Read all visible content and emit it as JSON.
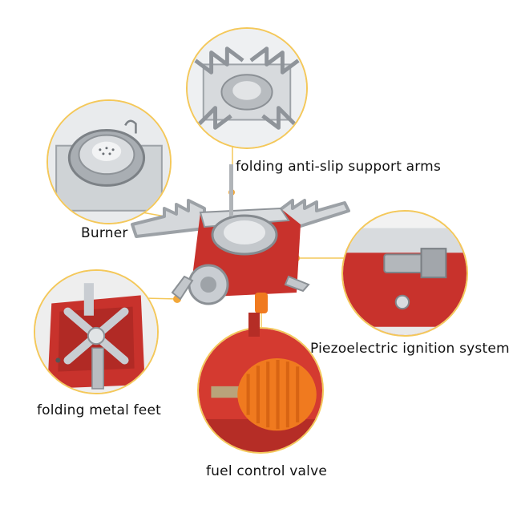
{
  "labels": {
    "support_arms": "folding anti-slip support arms",
    "burner": "Burner",
    "ignition": "Piezoelectric ignition system",
    "feet": "folding metal feet",
    "valve": "fuel control valve"
  },
  "colors": {
    "accent_ring": "#f4c85a",
    "stove_red": "#c8322c",
    "valve_orange": "#f07a1f",
    "steel": "#c9cdd2"
  }
}
